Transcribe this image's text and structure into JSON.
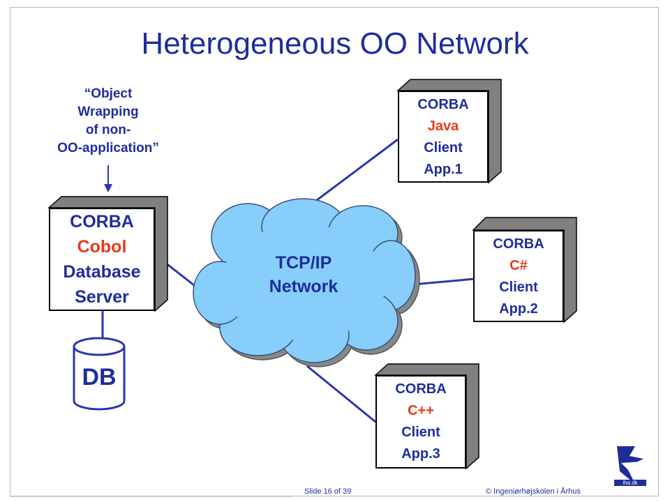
{
  "title": "Heterogeneous OO Network",
  "note": [
    "“Object",
    "Wrapping",
    "of non-",
    "OO-application”"
  ],
  "server": {
    "l1": "CORBA",
    "lang": "Cobol",
    "l3": "Database",
    "l4": "Server"
  },
  "cloud": {
    "l1": "TCP/IP",
    "l2": "Network"
  },
  "db_label": "DB",
  "client1": {
    "l1": "CORBA",
    "lang": "Java",
    "l3": "Client",
    "l4": "App.1"
  },
  "client2": {
    "l1": "CORBA",
    "lang": "C#",
    "l3": "Client",
    "l4": "App.2"
  },
  "client3": {
    "l1": "CORBA",
    "lang": "C++",
    "l3": "Client",
    "l4": "App.3"
  },
  "footer": {
    "slide": "Slide 16 of 39",
    "copyright": "© Ingeniørhøjskolen i Århus",
    "logo": "iha.dk"
  },
  "colors": {
    "text": "#1f2d9a",
    "accent": "#e8391a",
    "cloud": "#87cefa",
    "shadow": "#808080"
  }
}
